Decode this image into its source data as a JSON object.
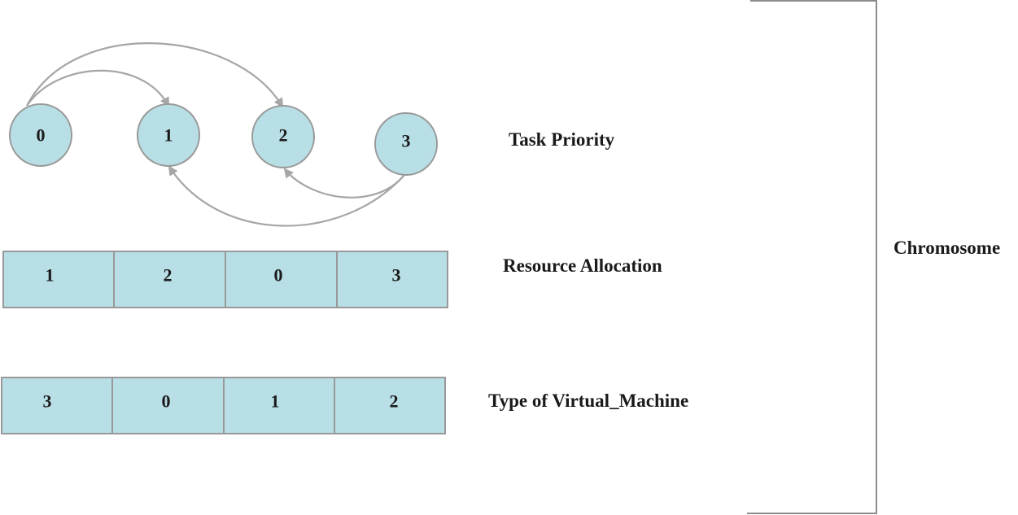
{
  "task_priority": {
    "label": "Task Priority",
    "nodes": [
      "0",
      "1",
      "2",
      "3"
    ],
    "edges": [
      {
        "from": "0",
        "to": "1"
      },
      {
        "from": "0",
        "to": "2"
      },
      {
        "from": "3",
        "to": "2"
      },
      {
        "from": "3",
        "to": "1"
      }
    ]
  },
  "resource_allocation": {
    "label": "Resource Allocation",
    "cells": [
      "1",
      "2",
      "0",
      "3"
    ]
  },
  "vm_type": {
    "label": "Type of Virtual_Machine",
    "cells": [
      "3",
      "0",
      "1",
      "2"
    ]
  },
  "bracket": {
    "label": "Chromosome"
  }
}
